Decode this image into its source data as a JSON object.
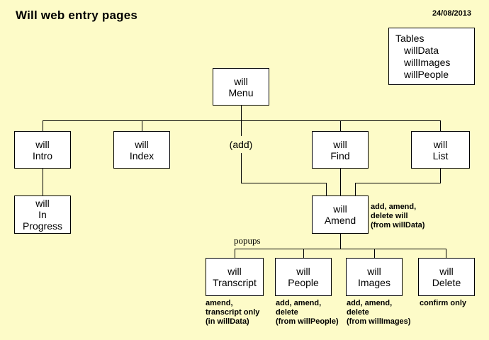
{
  "header": {
    "title": "Will web entry pages",
    "date": "24/08/2013"
  },
  "legend": {
    "title": "Tables",
    "items": [
      "willData",
      "willImages",
      "willPeople"
    ]
  },
  "nodes": {
    "menu": {
      "label": "will\nMenu"
    },
    "intro": {
      "label": "will\nIntro"
    },
    "index": {
      "label": "will\nIndex"
    },
    "add": {
      "label": "(add)"
    },
    "find": {
      "label": "will\nFind"
    },
    "list": {
      "label": "will\nList"
    },
    "in_progress": {
      "label": "will\nIn\nProgress"
    },
    "amend": {
      "label": "will\nAmend",
      "note": "add, amend,\ndelete will\n(from willData)"
    },
    "transcript": {
      "label": "will\nTranscript",
      "note": "amend,\ntranscript only\n(in willData)"
    },
    "people": {
      "label": "will\nPeople",
      "note": "add, amend,\ndelete\n(from willPeople)"
    },
    "images": {
      "label": "will\nImages",
      "note": "add, amend,\ndelete\n(from willImages)"
    },
    "delete": {
      "label": "will\nDelete",
      "note": "confirm only"
    }
  },
  "labels": {
    "popups": "popups"
  },
  "colors": {
    "background": "#FDFBC8",
    "box_fill": "#FFFFFF",
    "line": "#000000",
    "text": "#000000"
  }
}
